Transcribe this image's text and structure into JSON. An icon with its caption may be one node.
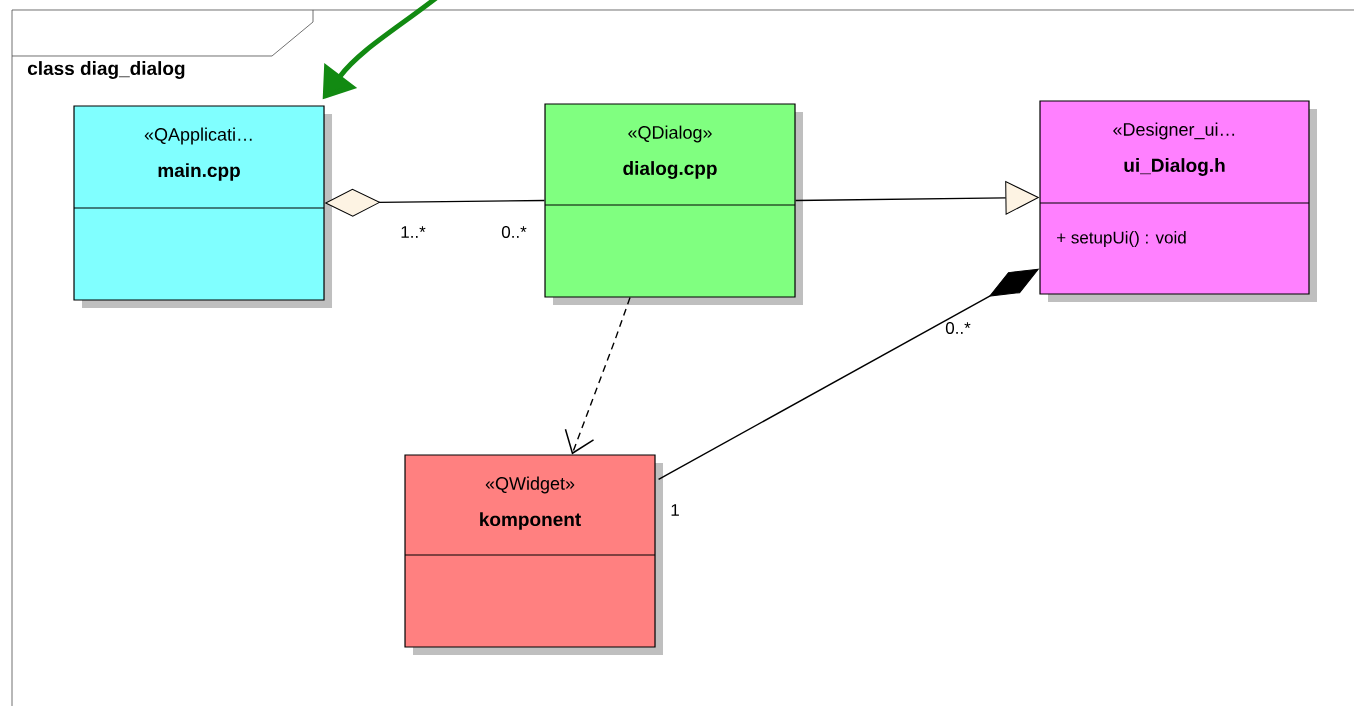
{
  "diagram": {
    "title": "class diag_dialog",
    "nodes": [
      {
        "text": [
          "«QApplicati…",
          "main.cpp"
        ]
      },
      {
        "text": [
          "«QDialog»",
          "dialog.cpp"
        ]
      },
      {
        "text": [
          "«Designer_ui…",
          "ui_Dialog.h",
          "+ setupUi() : void"
        ]
      },
      {
        "text": [
          "«QWidget»",
          "komponent"
        ]
      }
    ],
    "edges": [
      {
        "from": 1,
        "to": 0,
        "arrow": "other"
      },
      {
        "from": 1,
        "to": 2,
        "arrow": "to"
      },
      {
        "from": 1,
        "to": 3,
        "arrow": "to",
        "style": "dashed"
      },
      {
        "from": 3,
        "to": 2,
        "arrow": "other"
      },
      {
        "from": null,
        "to": 0,
        "arrow": "to",
        "style": "thick",
        "color": "#128a12"
      }
    ],
    "labels": [
      "1..*",
      "0..*",
      "0..*",
      "1"
    ]
  }
}
